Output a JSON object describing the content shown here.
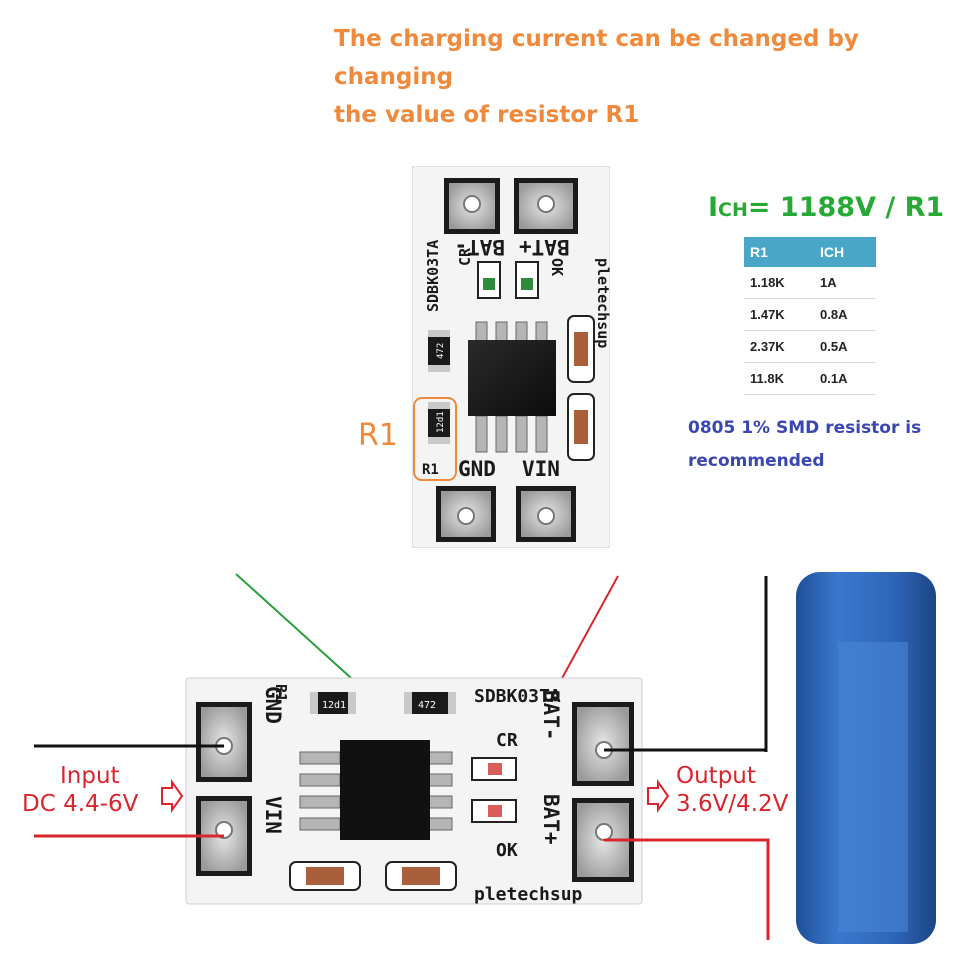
{
  "headline": {
    "line1": "The charging current can be changed by changing",
    "line2": "the value of resistor R1"
  },
  "formula": {
    "i_main": "I",
    "i_sub": "CH",
    "rest": "= 1188V  / R1"
  },
  "resistor_table": {
    "headers": [
      "R1",
      "ICH"
    ],
    "rows": [
      [
        "1.18K",
        "1A"
      ],
      [
        "1.47K",
        "0.8A"
      ],
      [
        "2.37K",
        "0.5A"
      ],
      [
        "11.8K",
        "0.1A"
      ]
    ]
  },
  "note": {
    "line1": "0805 1% SMD resistor is",
    "line2": "recommended"
  },
  "r1_callout": "R1",
  "board_top": {
    "model": "SDBK03TA",
    "brand": "pletechsup",
    "pin_bat_minus": "BAT-",
    "pin_bat_plus": "BAT+",
    "led_cr": "CR",
    "led_ok": "OK",
    "pin_gnd": "GND",
    "pin_vin": "VIN",
    "resistor_a_code": "472",
    "resistor_b_code": "12d1",
    "r1_silk": "R1"
  },
  "board_bottom": {
    "model": "SDBK03TA",
    "brand": "pletechsup",
    "r1_silk": "R1",
    "pin_gnd": "GND",
    "pin_vin": "VIN",
    "led_cr": "CR",
    "led_ok": "OK",
    "pin_bat_minus": "BAT-",
    "pin_bat_plus": "BAT+",
    "resistor_a_code": "12d1",
    "resistor_b_code": "472"
  },
  "input": {
    "line1": "Input",
    "line2": "DC 4.4-6V"
  },
  "output": {
    "line1": "Output",
    "line2": "3.6V/4.2V"
  },
  "colors": {
    "orange": "#ef8a3c",
    "green": "#28a935",
    "blue_text": "#3a47b3",
    "table_header": "#4aa6c6",
    "red": "#d9262c",
    "battery": "#2e66b8"
  }
}
